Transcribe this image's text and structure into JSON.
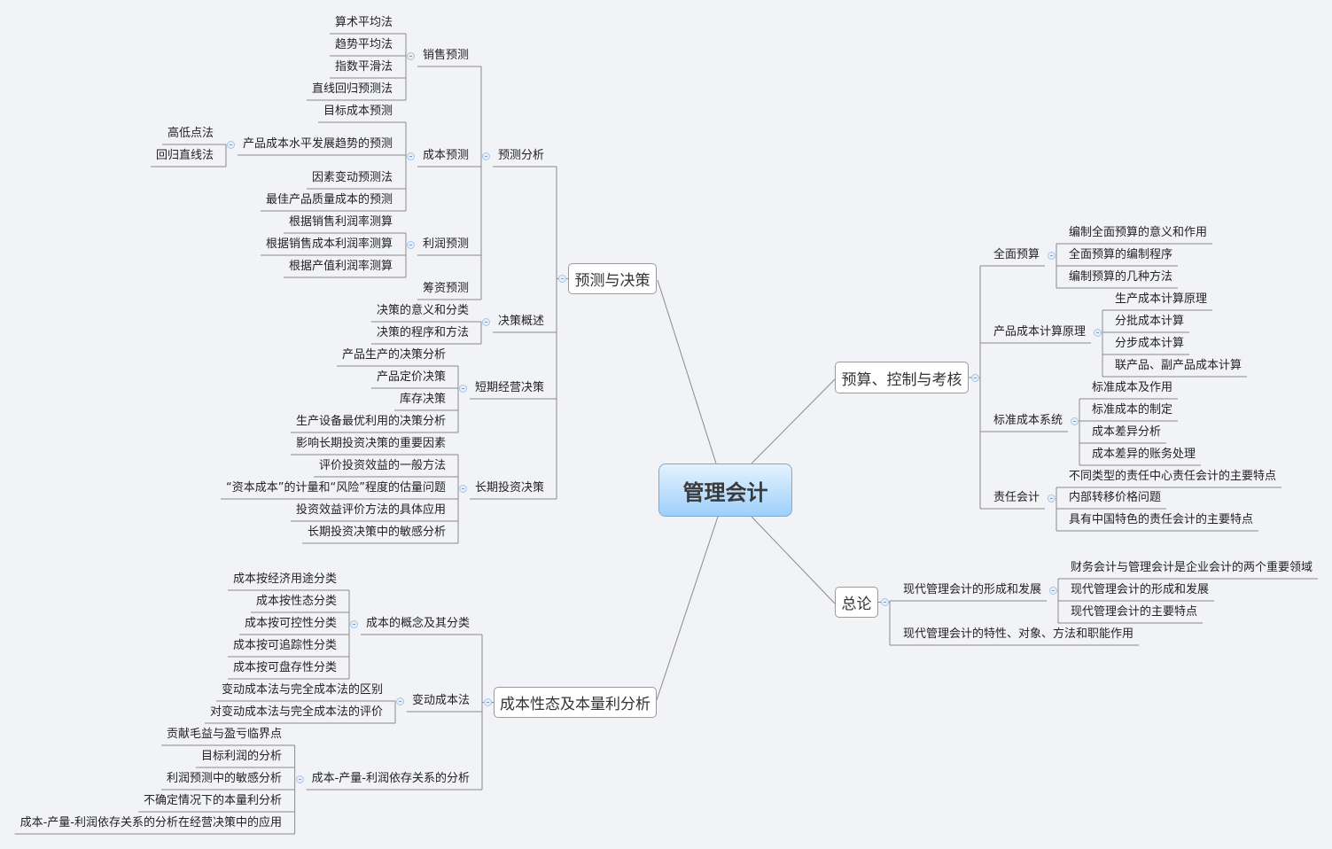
{
  "central": "管理会计",
  "topics": [
    {
      "label": "预测与决策",
      "children": [
        {
          "label": "预测分析",
          "children": [
            {
              "label": "销售预测",
              "children": [
                {
                  "label": "算术平均法"
                },
                {
                  "label": "趋势平均法"
                },
                {
                  "label": "指数平滑法"
                },
                {
                  "label": "直线回归预测法"
                }
              ]
            },
            {
              "label": "成本预测",
              "children": [
                {
                  "label": "目标成本预测"
                },
                {
                  "label": "产品成本水平发展趋势的预测",
                  "children": [
                    {
                      "label": "高低点法"
                    },
                    {
                      "label": "回归直线法"
                    }
                  ]
                },
                {
                  "label": "因素变动预测法"
                },
                {
                  "label": "最佳产品质量成本的预测"
                }
              ]
            },
            {
              "label": "利润预测",
              "children": [
                {
                  "label": "根据销售利润率测算"
                },
                {
                  "label": "根据销售成本利润率测算"
                },
                {
                  "label": "根据产值利润率测算"
                }
              ]
            },
            {
              "label": "筹资预测"
            }
          ]
        },
        {
          "label": "决策概述",
          "children": [
            {
              "label": "决策的意义和分类"
            },
            {
              "label": "决策的程序和方法"
            }
          ]
        },
        {
          "label": "短期经营决策",
          "children": [
            {
              "label": "产品生产的决策分析"
            },
            {
              "label": "产品定价决策"
            },
            {
              "label": "库存决策"
            },
            {
              "label": "生产设备最优利用的决策分析"
            }
          ]
        },
        {
          "label": "长期投资决策",
          "children": [
            {
              "label": "影响长期投资决策的重要因素"
            },
            {
              "label": "评价投资效益的一般方法"
            },
            {
              "label": "“资本成本”的计量和“风险”程度的估量问题"
            },
            {
              "label": "投资效益评价方法的具体应用"
            },
            {
              "label": "长期投资决策中的敏感分析"
            }
          ]
        }
      ]
    },
    {
      "label": "预算、控制与考核",
      "children": [
        {
          "label": "全面预算",
          "children": [
            {
              "label": "编制全面预算的意义和作用"
            },
            {
              "label": "全面预算的编制程序"
            },
            {
              "label": "编制预算的几种方法"
            }
          ]
        },
        {
          "label": "产品成本计算原理",
          "children": [
            {
              "label": "生产成本计算原理"
            },
            {
              "label": "分批成本计算"
            },
            {
              "label": "分步成本计算"
            },
            {
              "label": "联产品、副产品成本计算"
            }
          ]
        },
        {
          "label": "标准成本系统",
          "children": [
            {
              "label": "标准成本及作用"
            },
            {
              "label": "标准成本的制定"
            },
            {
              "label": "成本差异分析"
            },
            {
              "label": "成本差异的账务处理"
            }
          ]
        },
        {
          "label": "责任会计",
          "children": [
            {
              "label": "不同类型的责任中心责任会计的主要特点"
            },
            {
              "label": "内部转移价格问题"
            },
            {
              "label": "具有中国特色的责任会计的主要特点"
            }
          ]
        }
      ]
    },
    {
      "label": "总论",
      "children": [
        {
          "label": "现代管理会计的形成和发展",
          "children": [
            {
              "label": "财务会计与管理会计是企业会计的两个重要领域"
            },
            {
              "label": "现代管理会计的形成和发展"
            },
            {
              "label": "现代管理会计的主要特点"
            }
          ]
        },
        {
          "label": "现代管理会计的特性、对象、方法和职能作用"
        }
      ]
    },
    {
      "label": "成本性态及本量利分析",
      "children": [
        {
          "label": "成本的概念及其分类",
          "children": [
            {
              "label": "成本按经济用途分类"
            },
            {
              "label": "成本按性态分类"
            },
            {
              "label": "成本按可控性分类"
            },
            {
              "label": "成本按可追踪性分类"
            },
            {
              "label": "成本按可盘存性分类"
            }
          ]
        },
        {
          "label": "变动成本法",
          "children": [
            {
              "label": "变动成本法与完全成本法的区别"
            },
            {
              "label": "对变动成本法与完全成本法的评价"
            }
          ]
        },
        {
          "label": "成本-产量-利润依存关系的分析",
          "children": [
            {
              "label": "贡献毛益与盈亏临界点"
            },
            {
              "label": "目标利润的分析"
            },
            {
              "label": "利润预测中的敏感分析"
            },
            {
              "label": "不确定情况下的本量利分析"
            },
            {
              "label": "成本-产量-利润依存关系的分析在经营决策中的应用"
            }
          ]
        }
      ]
    }
  ]
}
